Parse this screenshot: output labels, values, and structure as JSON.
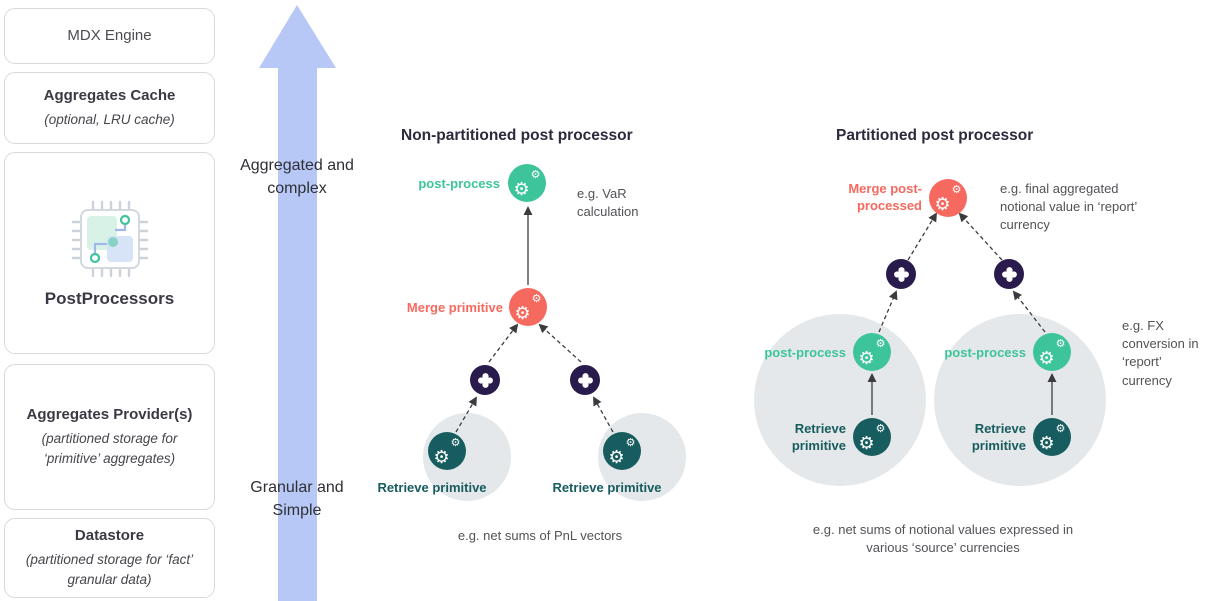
{
  "colors": {
    "arrow_blue": "#b7c8f6",
    "green": "#3ec49a",
    "salmon": "#f6695f",
    "purple": "#2a1b4d",
    "teal": "#175c5e",
    "gray_bubble": "#e4e8ea",
    "annotation_gray": "#525257",
    "heading_dark": "#2b2b3d"
  },
  "icons": {
    "gear": "⚙"
  },
  "stack": {
    "boxes": [
      {
        "title": "MDX Engine",
        "subtitle": ""
      },
      {
        "title": "Aggregates Cache",
        "subtitle": "(optional, LRU cache)"
      },
      {
        "title": "PostProcessors",
        "subtitle": "",
        "icon": "cpu-chip-icon"
      },
      {
        "title": "Aggregates Provider(s)",
        "subtitle": "(partitioned storage for ‘primitive’ aggregates)"
      },
      {
        "title": "Datastore",
        "subtitle": "(partitioned storage for ‘fact’ granular data)"
      }
    ]
  },
  "axis": {
    "top_label": "Aggregated and complex",
    "bottom_label": "Granular and Simple"
  },
  "non_partitioned": {
    "title": "Non-partitioned post processor",
    "nodes": {
      "post_process": "post-process",
      "merge": "Merge primitive",
      "retrieve_left": "Retrieve primitive",
      "retrieve_right": "Retrieve primitive"
    },
    "annotations": {
      "var": "e.g. VaR calculation",
      "bottom": "e.g. net sums of PnL vectors"
    }
  },
  "partitioned": {
    "title": "Partitioned post processor",
    "nodes": {
      "merge": "Merge post-processed",
      "post_process_left": "post-process",
      "post_process_right": "post-process",
      "retrieve_left": "Retrieve primitive",
      "retrieve_right": "Retrieve primitive"
    },
    "annotations": {
      "top": "e.g. final aggregated notional value in ‘report’ currency",
      "mid": "e.g. FX conversion in ‘report’ currency",
      "bottom": "e.g. net sums of notional values expressed in various ‘source’ currencies"
    }
  }
}
